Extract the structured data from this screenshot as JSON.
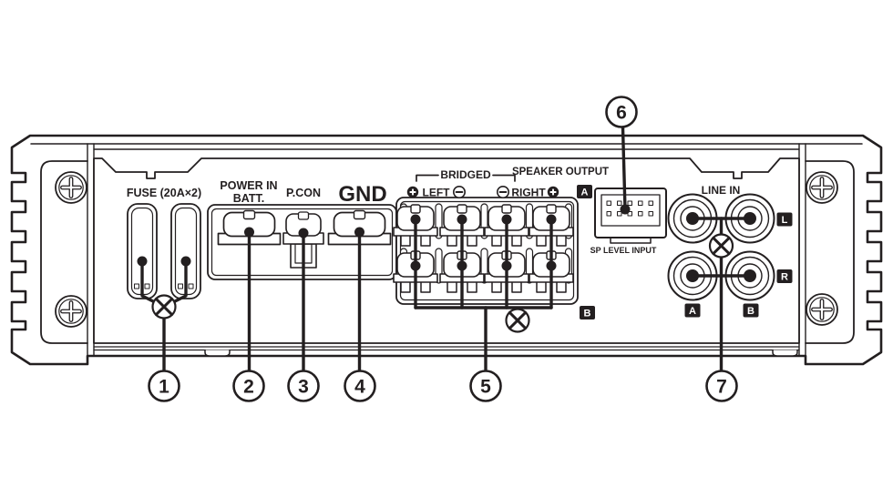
{
  "colors": {
    "ink": "#231f20",
    "paper": "#ffffff"
  },
  "panel": {
    "fuse_label": "FUSE (20A×2)",
    "power_in_label_line1": "POWER IN",
    "power_in_label_line2": "BATT.",
    "pcon_label": "P.CON",
    "gnd_label": "GND",
    "bridged_label": "BRIDGED",
    "left_label": "LEFT",
    "right_label": "RIGHT",
    "speaker_output_label": "SPEAKER OUTPUT",
    "sp_level_input_label": "SP LEVEL INPUT",
    "line_in_label": "LINE IN",
    "badges": {
      "a": "A",
      "b": "B",
      "l": "L",
      "r": "R"
    }
  },
  "callouts": [
    "1",
    "2",
    "3",
    "4",
    "5",
    "6",
    "7"
  ],
  "icons": {
    "phillips-screw-icon": "cross-head screw",
    "cross-circle-icon": "circled X mark",
    "plus-icon": "+",
    "minus-icon": "−"
  }
}
